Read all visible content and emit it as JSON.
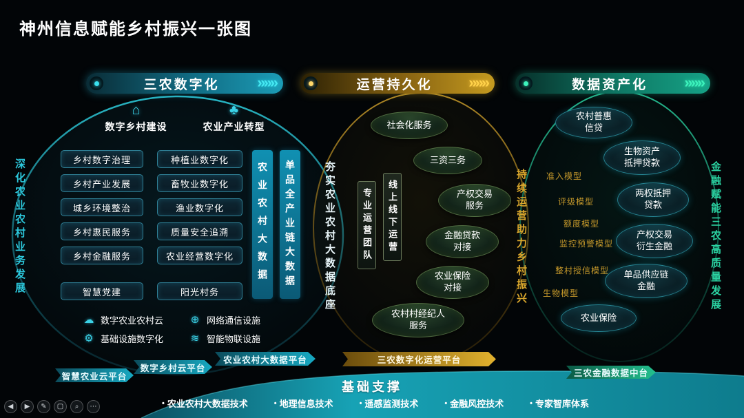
{
  "title": "神州信息赋能乡村振兴一张图",
  "icons": {
    "chevrons": "»»»",
    "village": "⌂",
    "agriculture": "♣",
    "cloud": "☁",
    "network": "⊕",
    "gear": "⚙",
    "signal": "≋"
  },
  "headers": {
    "digital": "三农数字化",
    "operation": "运营持久化",
    "asset": "数据资产化"
  },
  "left": {
    "side_label": "深化农业农村业务发展",
    "sub1": "数字乡村建设",
    "sub2": "农业产业转型",
    "col1": [
      "乡村数字治理",
      "乡村产业发展",
      "城乡环境整治",
      "乡村惠民服务",
      "乡村金融服务",
      "智慧党建"
    ],
    "col2": [
      "种植业数字化",
      "畜牧业数字化",
      "渔业数字化",
      "质量安全追溯",
      "农业经营数字化",
      "阳光村务"
    ],
    "bar1": "农业农村大数据",
    "bar2": "单品全产业链大数据",
    "right_label": "夯实农业农村大数据底座",
    "infra": [
      "数字农业农村云",
      "网络通信设施",
      "基础设施数字化",
      "智能物联设施"
    ],
    "platforms": [
      "智慧农业云平台",
      "数字乡村云平台",
      "农业农村大数据平台"
    ]
  },
  "middle": {
    "bar1": "专业运营团队",
    "bar2": "线上线下运营",
    "services": [
      "社会化服务",
      "三资三务",
      "产权交易服务",
      "金融贷款对接",
      "农业保险对接",
      "农村村经纪人服务"
    ],
    "side_label": "持续运营助力乡村振兴",
    "platform": "三农数字化运营平台"
  },
  "right": {
    "models": [
      "准入模型",
      "评级模型",
      "额度模型",
      "监控预警模型",
      "整村授信模型",
      "生物模型"
    ],
    "products": [
      "农村普惠信贷",
      "生物资产抵押贷款",
      "两权抵押贷款",
      "产权交易衍生金融",
      "单品供应链金融",
      "农业保险"
    ],
    "side_label": "金融赋能三农高质量发展",
    "platform": "三农金融数据中台"
  },
  "footer": {
    "title": "基础支撑",
    "bullet": "•",
    "items": [
      "农业农村大数据技术",
      "地理信息技术",
      "遥感监测技术",
      "金融风控技术",
      "专家智库体系"
    ]
  },
  "controls": {
    "prev": "◀",
    "next": "▶",
    "pen": "✎",
    "frame": "▢",
    "zoom": "⌕",
    "more": "⋯"
  }
}
